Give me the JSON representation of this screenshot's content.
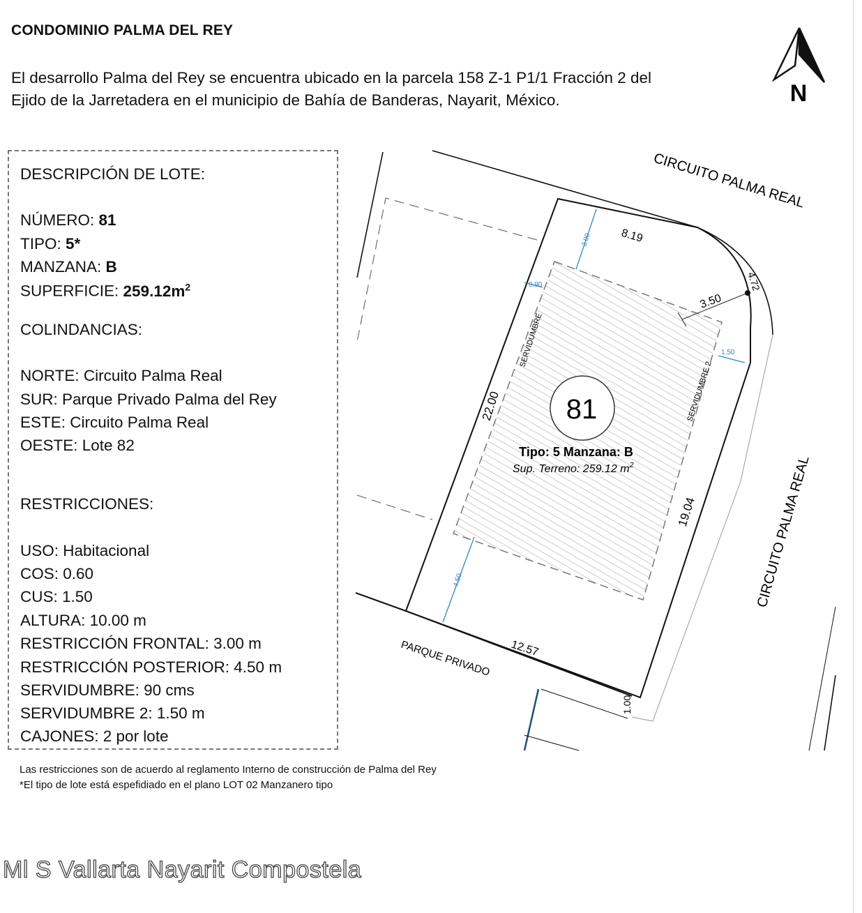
{
  "header": {
    "title": "CONDOMINIO PALMA DEL REY",
    "intro_line1": "El desarrollo Palma del Rey se encuentra ubicado en la parcela 158 Z-1 P1/1 Fracción 2 del",
    "intro_line2": "Ejido de la Jarretadera en el municipio de Bahía de Banderas, Nayarit, México."
  },
  "compass": {
    "label": "N"
  },
  "lot_description": {
    "heading": "DESCRIPCIÓN DE LOTE:",
    "numero_label": "NÚMERO: ",
    "numero_value": "81",
    "tipo_label": "TIPO: ",
    "tipo_value": "5*",
    "manzana_label": "MANZANA: ",
    "manzana_value": "B",
    "superficie_label": "SUPERFICIE: ",
    "superficie_value": "259.12m",
    "superficie_sup": "2"
  },
  "colindancias": {
    "heading": "COLINDANCIAS:",
    "items": [
      "NORTE: Circuito Palma Real",
      "SUR: Parque Privado Palma del Rey",
      "ESTE: Circuito Palma Real",
      "OESTE: Lote 82"
    ]
  },
  "restricciones": {
    "heading": "RESTRICCIONES:",
    "items": [
      "USO: Habitacional",
      "COS: 0.60",
      "CUS: 1.50",
      "ALTURA: 10.00 m",
      "RESTRICCIÓN FRONTAL: 3.00 m",
      "RESTRICCIÓN POSTERIOR: 4.50 m",
      "SERVIDUMBRE: 90 cms",
      "SERVIDUMBRE 2: 1.50 m",
      "CAJONES: 2 por lote"
    ]
  },
  "footnotes": [
    "Las restricciones son de acuerdo al reglamento Interno de construcción de Palma del Rey",
    "*El tipo de lote está espefidiado en el plano LOT 02 Manzanero tipo"
  ],
  "plan": {
    "street_north": "CIRCUITO PALMA REAL",
    "street_east": "CIRCUITO PALMA REAL",
    "park": "PARQUE PRIVADO",
    "lot_number": "81",
    "lot_tipo": "Tipo: 5  Manzana: B",
    "lot_sup": "Sup. Terreno: 259.12 m",
    "lot_sup_exp": "2",
    "servidumbre": "SERVIDUMBRE",
    "servidumbre2": "SERVIDUMBRE 2",
    "dims": {
      "front": "8.19",
      "corner": "4.72",
      "radius": "3.50",
      "west": "22.00",
      "east": "19.04",
      "south": "12.57",
      "rear_setback": "4.50",
      "front_setback": "3.00",
      "serv_width": "0.90",
      "serv2_width": "1.50",
      "small": "1.00"
    }
  },
  "watermark": "Ml S Vallarta Nayarit Compostela",
  "colors": {
    "hatch": "#9a9a9a",
    "dimension": "#2f86c9",
    "line": "#111111",
    "dash": "#777777"
  }
}
